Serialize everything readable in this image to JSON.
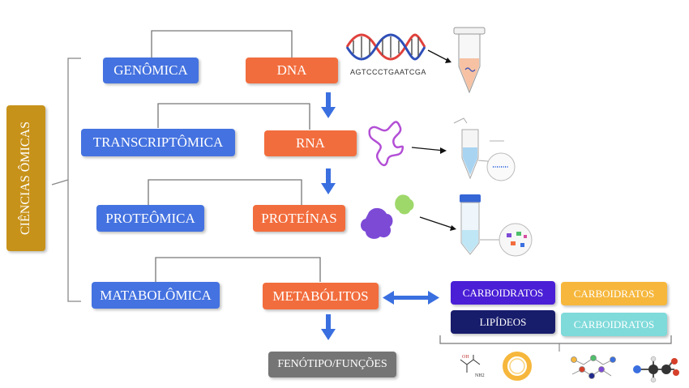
{
  "side_label": "CIÊNCIAS ÔMICAS",
  "omics": [
    {
      "left": "GENÔMICA",
      "right": "DNA"
    },
    {
      "left": "TRANSCRIPTÔMICA",
      "right": "RNA"
    },
    {
      "left": "PROTEÔMICA",
      "right": "PROTEÍNAS"
    },
    {
      "left": "MATABOLÔMICA",
      "right": "METABÓLITOS"
    }
  ],
  "phenotype": "FENÓTIPO/FUNÇÕES",
  "dna_sequence": "AGTCCCTGAATCGA",
  "metabolite_classes": [
    "CARBOIDRATOS",
    "CARBOIDRATOS",
    "LIPÍDEOS",
    "CARBOIDRATOS"
  ],
  "colors": {
    "blue": "#4472e0",
    "orange": "#f26d3d",
    "gold": "#c7921a",
    "gray": "#757575",
    "purple": "#4a1fd6",
    "yellow": "#f6b73c",
    "navy": "#171c6b",
    "cyan": "#7fdada"
  }
}
